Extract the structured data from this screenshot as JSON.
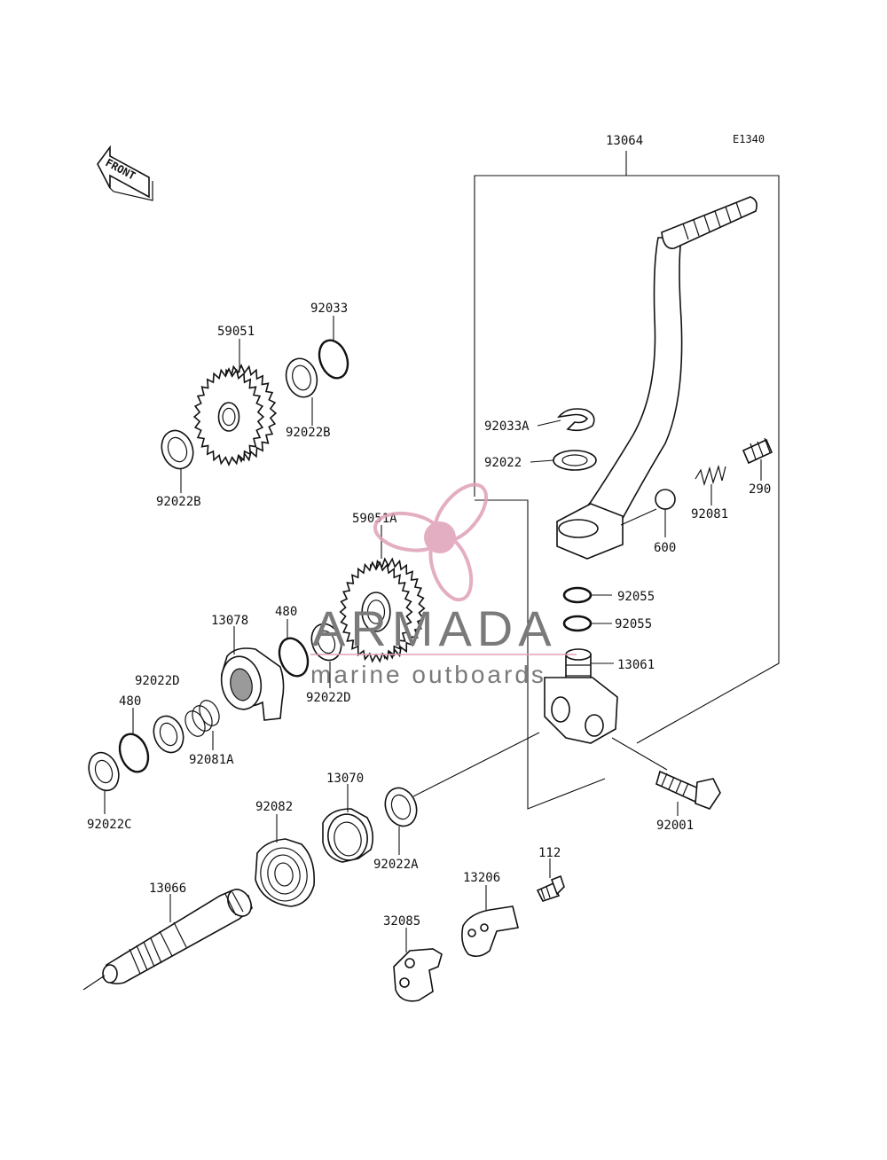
{
  "diagram_code": "E1340",
  "front_label": "FRONT",
  "watermark": {
    "brand": "ARMADA",
    "tagline": "marine outboards",
    "accent_color": "#e0a0b8"
  },
  "labels": {
    "p13064": "13064",
    "p59051": "59051",
    "p92033": "92033",
    "p92022B_top": "92022B",
    "p92022B_left": "92022B",
    "p92033A": "92033A",
    "p92022": "92022",
    "p290": "290",
    "p92081": "92081",
    "p600": "600",
    "p59051A": "59051A",
    "p92055_a": "92055",
    "p92055_b": "92055",
    "p13078": "13078",
    "p480_top": "480",
    "p92022D_right": "92022D",
    "p92022D_left": "92022D",
    "p480_left": "480",
    "p92081A": "92081A",
    "p13061": "13061",
    "p92022C": "92022C",
    "p13070": "13070",
    "p92082": "92082",
    "p92022A": "92022A",
    "p92001": "92001",
    "p112": "112",
    "p13206": "13206",
    "p13066": "13066",
    "p32085": "32085"
  }
}
